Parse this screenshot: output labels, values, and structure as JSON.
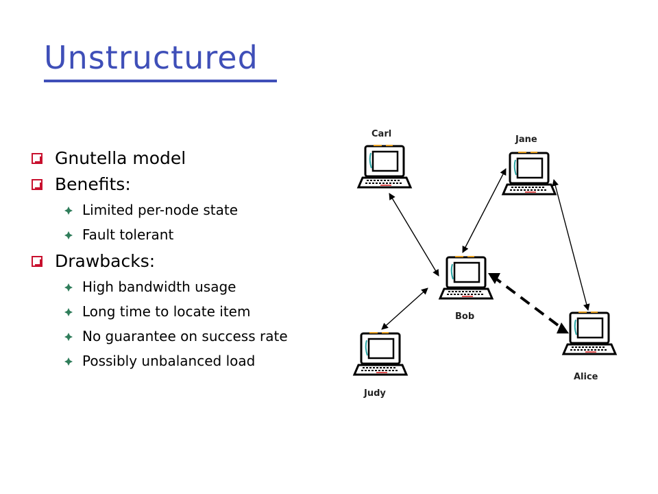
{
  "slide": {
    "title": "Unstructured",
    "bullets": [
      {
        "text": "Gnutella model",
        "subs": []
      },
      {
        "text": "Benefits:",
        "subs": [
          "Limited per-node state",
          "Fault tolerant"
        ]
      },
      {
        "text": "Drawbacks:",
        "subs": [
          "High bandwidth  usage",
          "Long time to locate item",
          "No guarantee on success rate",
          "Possibly unbalanced load"
        ]
      }
    ]
  },
  "diagram": {
    "nodes": [
      {
        "id": "carl",
        "label": "Carl",
        "icon": "computer-icon"
      },
      {
        "id": "jane",
        "label": "Jane",
        "icon": "computer-icon"
      },
      {
        "id": "bob",
        "label": "Bob",
        "icon": "computer-icon"
      },
      {
        "id": "judy",
        "label": "Judy",
        "icon": "computer-icon"
      },
      {
        "id": "alice",
        "label": "Alice",
        "icon": "computer-icon"
      }
    ],
    "links": [
      {
        "from": "carl",
        "to": "bob",
        "style": "solid"
      },
      {
        "from": "jane",
        "to": "bob",
        "style": "solid"
      },
      {
        "from": "bob",
        "to": "judy",
        "style": "solid"
      },
      {
        "from": "jane",
        "to": "alice",
        "style": "solid"
      },
      {
        "from": "bob",
        "to": "alice",
        "style": "dashed"
      }
    ]
  },
  "colors": {
    "title": "#3f4fb8",
    "bullet_box": "#c8102e",
    "sub_bullet": "#2f7d5a"
  }
}
